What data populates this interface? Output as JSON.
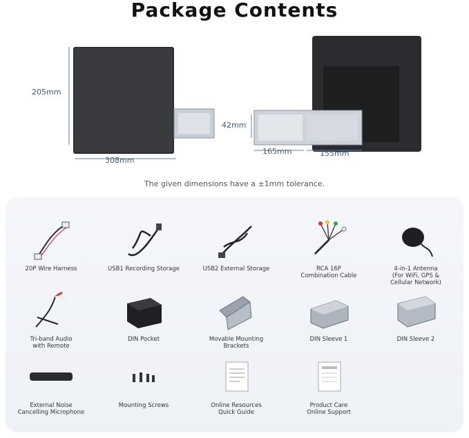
{
  "title": "Package Contents",
  "dimensions": {
    "height": "205mm",
    "width": "308mm",
    "depth_rear": "42mm",
    "box_width": "165mm",
    "box_depth": "155mm"
  },
  "tolerance_note": "The given dimensions have a ±1mm tolerance.",
  "items": [
    {
      "label": "20P Wire Harness",
      "icon": "wire-harness-icon"
    },
    {
      "label": "USB1 Recording Storage",
      "icon": "usb-cable-icon"
    },
    {
      "label": "USB2 External Storage",
      "icon": "usb-cable-icon"
    },
    {
      "label": "RCA 16P\nCombination Cable",
      "icon": "rca-cable-icon"
    },
    {
      "label": "4-in-1 Antenna\n(For WiFi, GPS &\nCellular Network)",
      "icon": "antenna-icon"
    },
    {
      "label": "Tri-band Audio\nwith Remote",
      "icon": "audio-cable-icon"
    },
    {
      "label": "DIN Pocket",
      "icon": "din-pocket-icon"
    },
    {
      "label": "Movable Mounting\nBrackets",
      "icon": "bracket-icon"
    },
    {
      "label": "DIN Sleeve 1",
      "icon": "din-sleeve-icon"
    },
    {
      "label": "DIN Sleeve 2",
      "icon": "din-sleeve-icon"
    },
    {
      "label": "External Noise\nCancelling Microphone",
      "icon": "microphone-icon"
    },
    {
      "label": "Mounting Screws",
      "icon": "screws-icon"
    },
    {
      "label": "Online Resources\nQuick Guide",
      "icon": "guide-icon"
    },
    {
      "label": "Product Care\nOnline Support",
      "icon": "support-card-icon"
    }
  ]
}
